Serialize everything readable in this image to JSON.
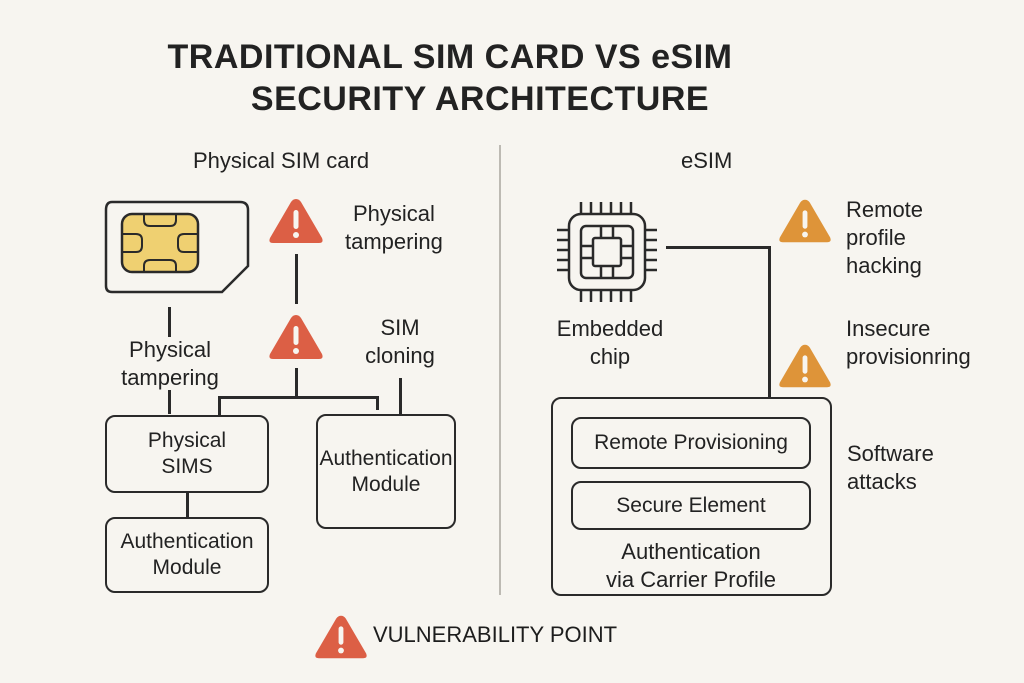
{
  "title": {
    "line1": "TRADITIONAL SIM CARD VS eSIM",
    "line2": "SECURITY ARCHITECTURE"
  },
  "colors": {
    "background": "#f7f5f0",
    "warning_red": "#dc5f45",
    "warning_orange": "#de9439",
    "chip_gold": "#efd071",
    "stroke": "#2a2a2a"
  },
  "left": {
    "heading": "Physical SIM card",
    "warning_top": "Physical tampering",
    "warning_top_lines": [
      "Physical",
      "tampering"
    ],
    "warning_mid_lines": [
      "SIM",
      "cloning"
    ],
    "side_label_lines": [
      "Physical",
      "tampering"
    ],
    "boxes": {
      "physical_sims": [
        "Physical",
        "SIMS"
      ],
      "auth_module_right": [
        "Authentication",
        "Module"
      ],
      "auth_module_bottom": [
        "Authentication",
        "Module"
      ]
    },
    "icons": [
      "sim-card-icon",
      "warning-icon",
      "warning-icon"
    ]
  },
  "right": {
    "heading": "eSIM",
    "chip_label_lines": [
      "Embedded",
      "chip"
    ],
    "warning1_lines": [
      "Remote",
      "profile",
      "hacking"
    ],
    "warning2_lines": [
      "Insecure",
      "provisionring"
    ],
    "software_lines": [
      "Software",
      "attacks"
    ],
    "container": {
      "inner_box_1": "Remote Provisioning",
      "inner_box_2": "Secure Element",
      "footer_lines": [
        "Authentication",
        "via Carrier Profile"
      ]
    },
    "icons": [
      "chip-icon",
      "warning-icon",
      "warning-icon"
    ]
  },
  "legend": {
    "icon": "warning-icon",
    "label": "VULNERABILITY POINT"
  }
}
